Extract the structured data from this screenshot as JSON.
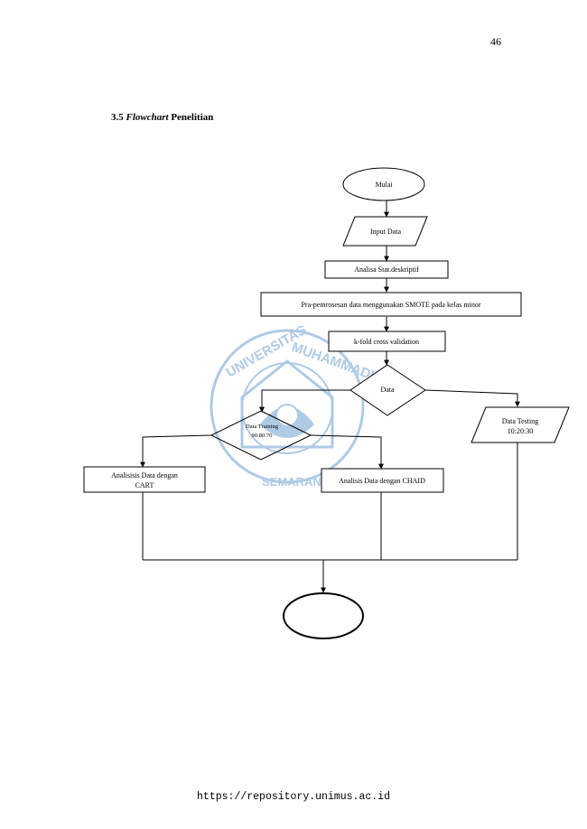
{
  "page": {
    "number": "46",
    "footer_url": "https://repository.unimus.ac.id"
  },
  "heading": {
    "number": "3.5",
    "italic": "Flowchart",
    "rest": "Penelitian"
  },
  "flowchart": {
    "start": "Mulai",
    "input": "Input Data",
    "descriptive": "Analisa Stat.deskriptif",
    "preprocess": "Pra-pemrosesan data menggunakan  SMOTE pada kelas minor",
    "kfold": "k-fold cross validation",
    "data_decision": "Data",
    "training_line1": "Data Training",
    "training_line2": "90:80:70",
    "testing_line1": "Data Testing",
    "testing_line2": "10:20:30",
    "cart_line1": "Analisisis Data dengan",
    "cart_line2": "CART",
    "chaid": "Analisis Data dengan  CHAID",
    "end": ""
  },
  "watermark": {
    "top": "UNIVERSITAS MUHAMMADIYAH",
    "bottom": "SEMARANG",
    "color": "#6f9fd0"
  }
}
